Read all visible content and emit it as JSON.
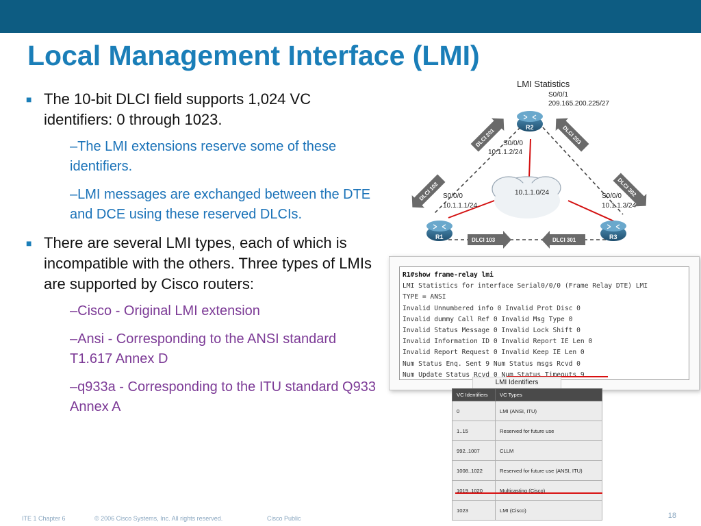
{
  "slide": {
    "title": "Local Management Interface (LMI)",
    "bullets": [
      {
        "text": "The 10-bit DLCI field supports 1,024 VC identifiers: 0 through 1023.",
        "subs": [
          "–The LMI extensions reserve some of these identifiers.",
          "–LMI messages are exchanged between the DTE and DCE using these reserved DLCIs."
        ]
      },
      {
        "text": "There are several LMI types, each of which is incompatible with the others. Three types of LMIs are supported by Cisco routers:",
        "subs": [
          "–Cisco - Original LMI extension",
          "–Ansi - Corresponding to the ANSI standard T1.617 Annex D",
          "–q933a - Corresponding to the ITU standard Q933 Annex A"
        ]
      }
    ],
    "footer": {
      "course": "ITE 1 Chapter 6",
      "copyright": "© 2006 Cisco Systems, Inc. All rights reserved.",
      "classification": "Cisco Public",
      "page": "18"
    }
  },
  "diagram": {
    "title": "LMI Statistics",
    "r2": {
      "name": "R2",
      "iface_top": "S0/0/1",
      "ip_top": "209.165.200.225/27",
      "iface": "S0/0/0",
      "ip": "10.1.1.2/24"
    },
    "r1": {
      "name": "R1",
      "iface": "S0/0/0",
      "ip": "10.1.1.1/24"
    },
    "r3": {
      "name": "R3",
      "iface": "S0/0/0",
      "ip": "10.1.1.3/24"
    },
    "cloud_label": "10.1.1.0/24",
    "dlci_labels": [
      "DLCI 201",
      "DLCI 203",
      "DLCI 102",
      "DLCI 302",
      "DLCI 103",
      "DLCI 301"
    ]
  },
  "terminal": {
    "prompt": "R1#",
    "command": "show frame-relay lmi",
    "lines": [
      "LMI Statistics for interface Serial0/0/0 (Frame Relay DTE) LMI",
      "TYPE = ANSI",
      "Invalid Unnumbered info 0 Invalid Prot Disc 0",
      "Invalid dummy Call Ref 0 Invalid Msg Type 0",
      "Invalid Status Message 0 Invalid Lock Shift 0",
      "Invalid Information ID 0 Invalid Report IE Len 0",
      "Invalid Report Request 0 Invalid Keep IE Len 0",
      "Num Status Enq. Sent 9 Num Status msgs Rcvd 0",
      "Num Update Status Rcvd 0 Num Status Timeouts 9"
    ]
  },
  "lmi_table": {
    "caption": "LMI Identifiers",
    "headers": [
      "VC Identifiers",
      "VC Types"
    ],
    "rows": [
      [
        "0",
        "LMI (ANSI, ITU)"
      ],
      [
        "1..15",
        "Reserved for future use"
      ],
      [
        "992..1007",
        "CLLM"
      ],
      [
        "1008..1022",
        "Reserved for future use (ANSI, ITU)"
      ],
      [
        "1019..1020",
        "Multicasting (Cisco)"
      ],
      [
        "1023",
        "LMI (Cisco)"
      ]
    ]
  },
  "colors": {
    "top_bar": "#0d5c82",
    "title": "#1a7eb8",
    "sub_blue": "#1a72b8",
    "sub_purple": "#7c3a96",
    "highlight_red": "#d81010"
  }
}
